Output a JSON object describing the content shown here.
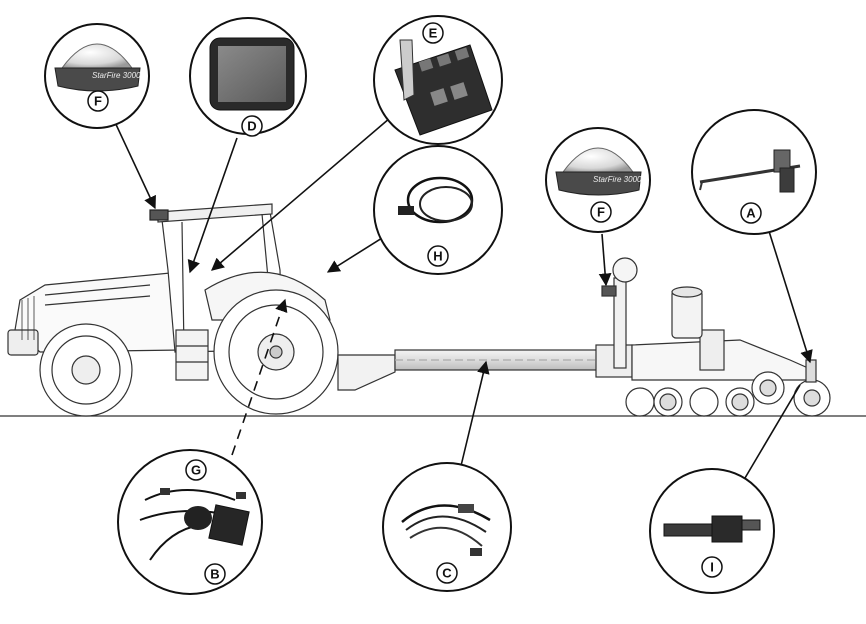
{
  "diagram": {
    "labels": {
      "receiver_tractor": "F",
      "display": "D",
      "controls": "E",
      "harness_h": "H",
      "receiver_implement": "F",
      "sensor_a": "A",
      "harness_g": "G",
      "module_b": "B",
      "harness_c": "C",
      "actuator_i": "I"
    },
    "receiver_brand": "StarFire 3000"
  }
}
